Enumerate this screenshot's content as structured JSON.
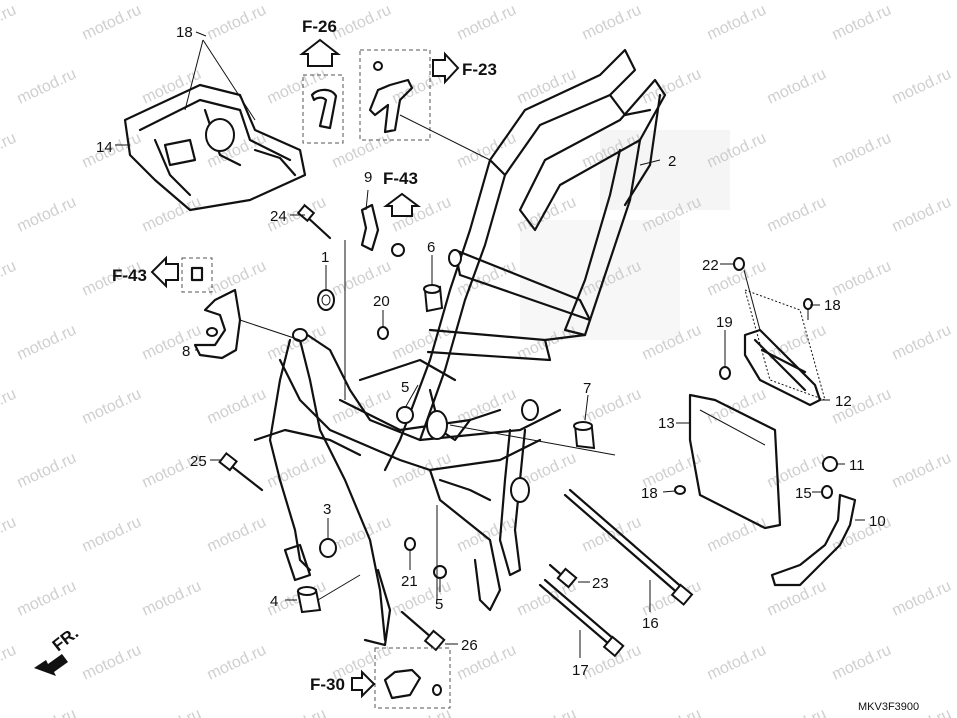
{
  "diagram": {
    "code": "MKV3F3900",
    "front_label": "FR.",
    "watermark": "motod.ru",
    "refs": [
      "F-26",
      "F-23",
      "F-43",
      "F-43",
      "F-30"
    ],
    "callouts": [
      "18",
      "14",
      "9",
      "24",
      "1",
      "20",
      "6",
      "5",
      "7",
      "2",
      "22",
      "18",
      "19",
      "12",
      "13",
      "11",
      "18",
      "15",
      "10",
      "8",
      "25",
      "3",
      "4",
      "21",
      "5",
      "23",
      "16",
      "26",
      "17"
    ]
  }
}
